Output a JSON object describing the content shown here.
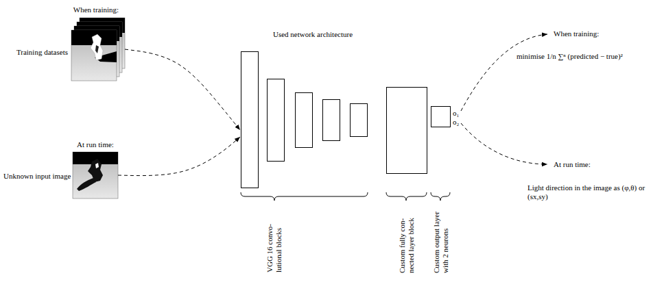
{
  "diagram": {
    "nodes": [
      {
        "text": [
          "When training:"
        ]
      },
      {
        "text": [
          "At run time:"
        ]
      },
      {
        "text": [
          "VGG 16 convo- lutional blocks"
        ]
      },
      {
        "text": [
          "Custom fully con- nected layer block"
        ]
      },
      {
        "text": [
          "o₁",
          "o₂",
          "Custom output layer with 2 neurons"
        ]
      }
    ],
    "edges": [
      {
        "from": 0,
        "to": 2,
        "arrow": "to"
      },
      {
        "from": 1,
        "to": 2,
        "arrow": "to"
      }
    ],
    "labels": [
      "Training datasets",
      "Unknown input image",
      "Used network architecture",
      "When training:",
      "minimise 1/n ∑ⁿ (predicted − true)²",
      "At run time:",
      "Light direction in the image as (φ,θ) or (sx,sy)"
    ]
  }
}
